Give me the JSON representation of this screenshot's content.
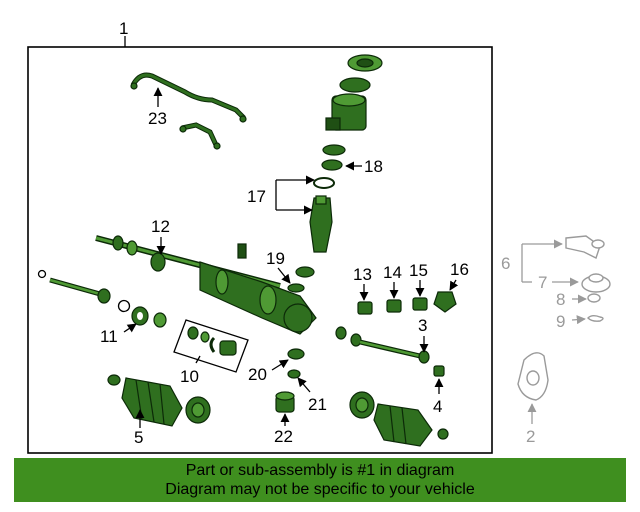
{
  "labels": {
    "l1": "1",
    "l2": "2",
    "l3": "3",
    "l4": "4",
    "l5": "5",
    "l6": "6",
    "l7": "7",
    "l8": "8",
    "l9": "9",
    "l10": "10",
    "l11": "11",
    "l12": "12",
    "l13": "13",
    "l14": "14",
    "l15": "15",
    "l16": "16",
    "l17": "17",
    "l18": "18",
    "l19": "19",
    "l20": "20",
    "l21": "21",
    "l22": "22",
    "l23": "23"
  },
  "banner": {
    "line1": "Part or sub-assembly is #1 in diagram",
    "line2": "Diagram may not be specific to your vehicle"
  },
  "colors": {
    "part_fill": "#2f6f1f",
    "banner_bg": "#3f8f1f",
    "callout_grey": "#9a9a9a"
  }
}
